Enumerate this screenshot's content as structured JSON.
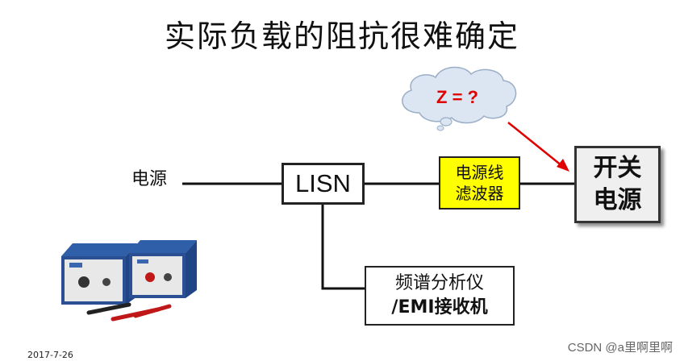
{
  "title": "实际负载的阻抗很难确定",
  "labels": {
    "power_source": "电源",
    "lisn": "LISN",
    "filter_line1": "电源线",
    "filter_line2": "滤波器",
    "smps_line1": "开关",
    "smps_line2": "电源",
    "analyzer_line1": "频谱分析仪",
    "analyzer_line2": "/EMI接收机",
    "impedance_question": "Z = ?"
  },
  "footer": {
    "date": "2017-7-26",
    "watermark": "CSDN @a里啊里啊"
  },
  "colors": {
    "filter_fill": "#ffff00",
    "question_text": "#e00000",
    "arrow": "#e00000",
    "cloud_fill": "#dce6f2"
  }
}
